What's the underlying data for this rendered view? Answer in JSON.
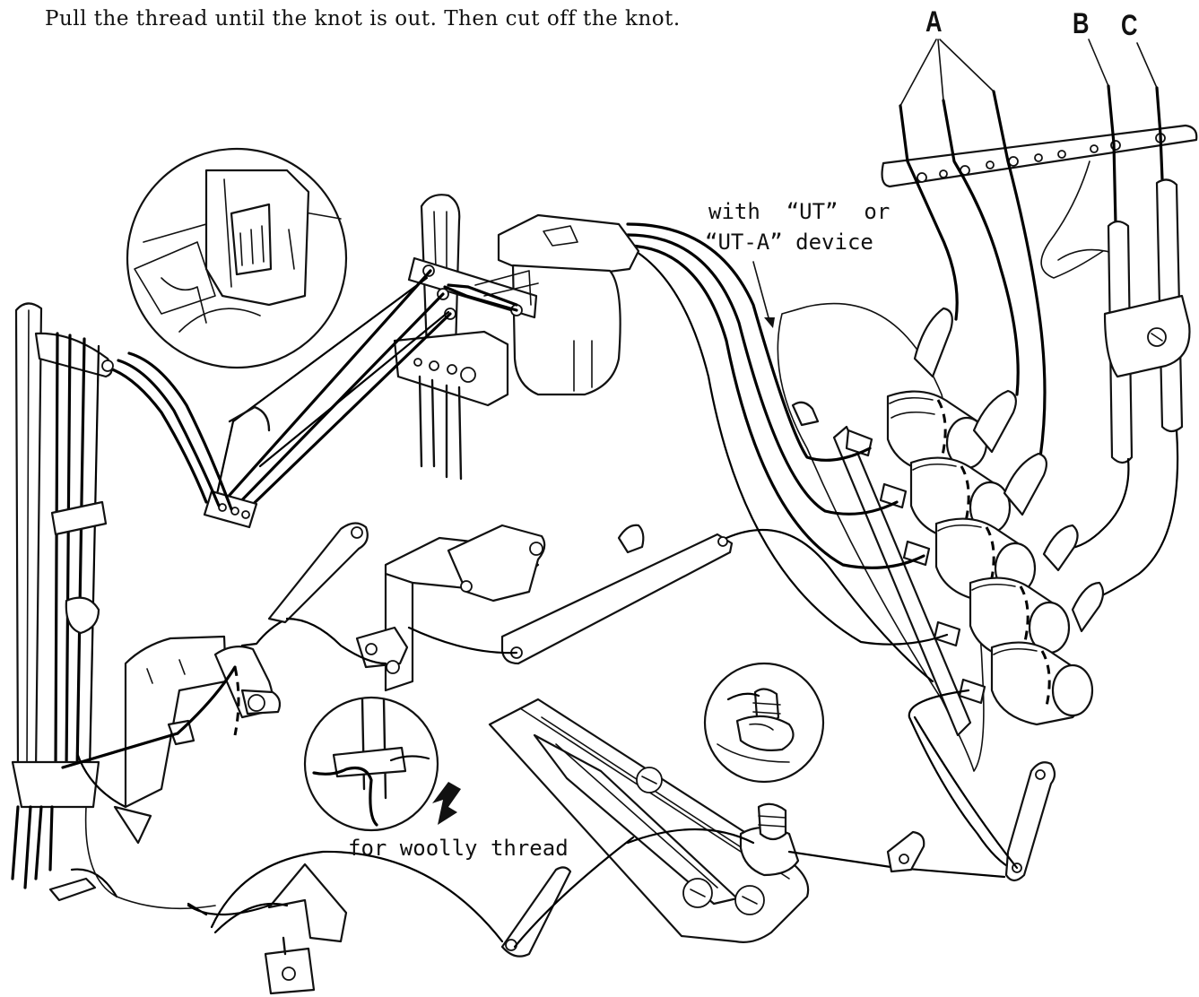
{
  "instruction": "Pull the thread until the knot is out. Then cut off the knot.",
  "labels": {
    "a": "A",
    "b": "B",
    "c": "C"
  },
  "device_note": {
    "line1": "with  “UT”  or",
    "line2": "“UT-A” device"
  },
  "woolly_note": "for woolly thread",
  "colors": {
    "ink": "#111111",
    "paper": "#ffffff"
  }
}
